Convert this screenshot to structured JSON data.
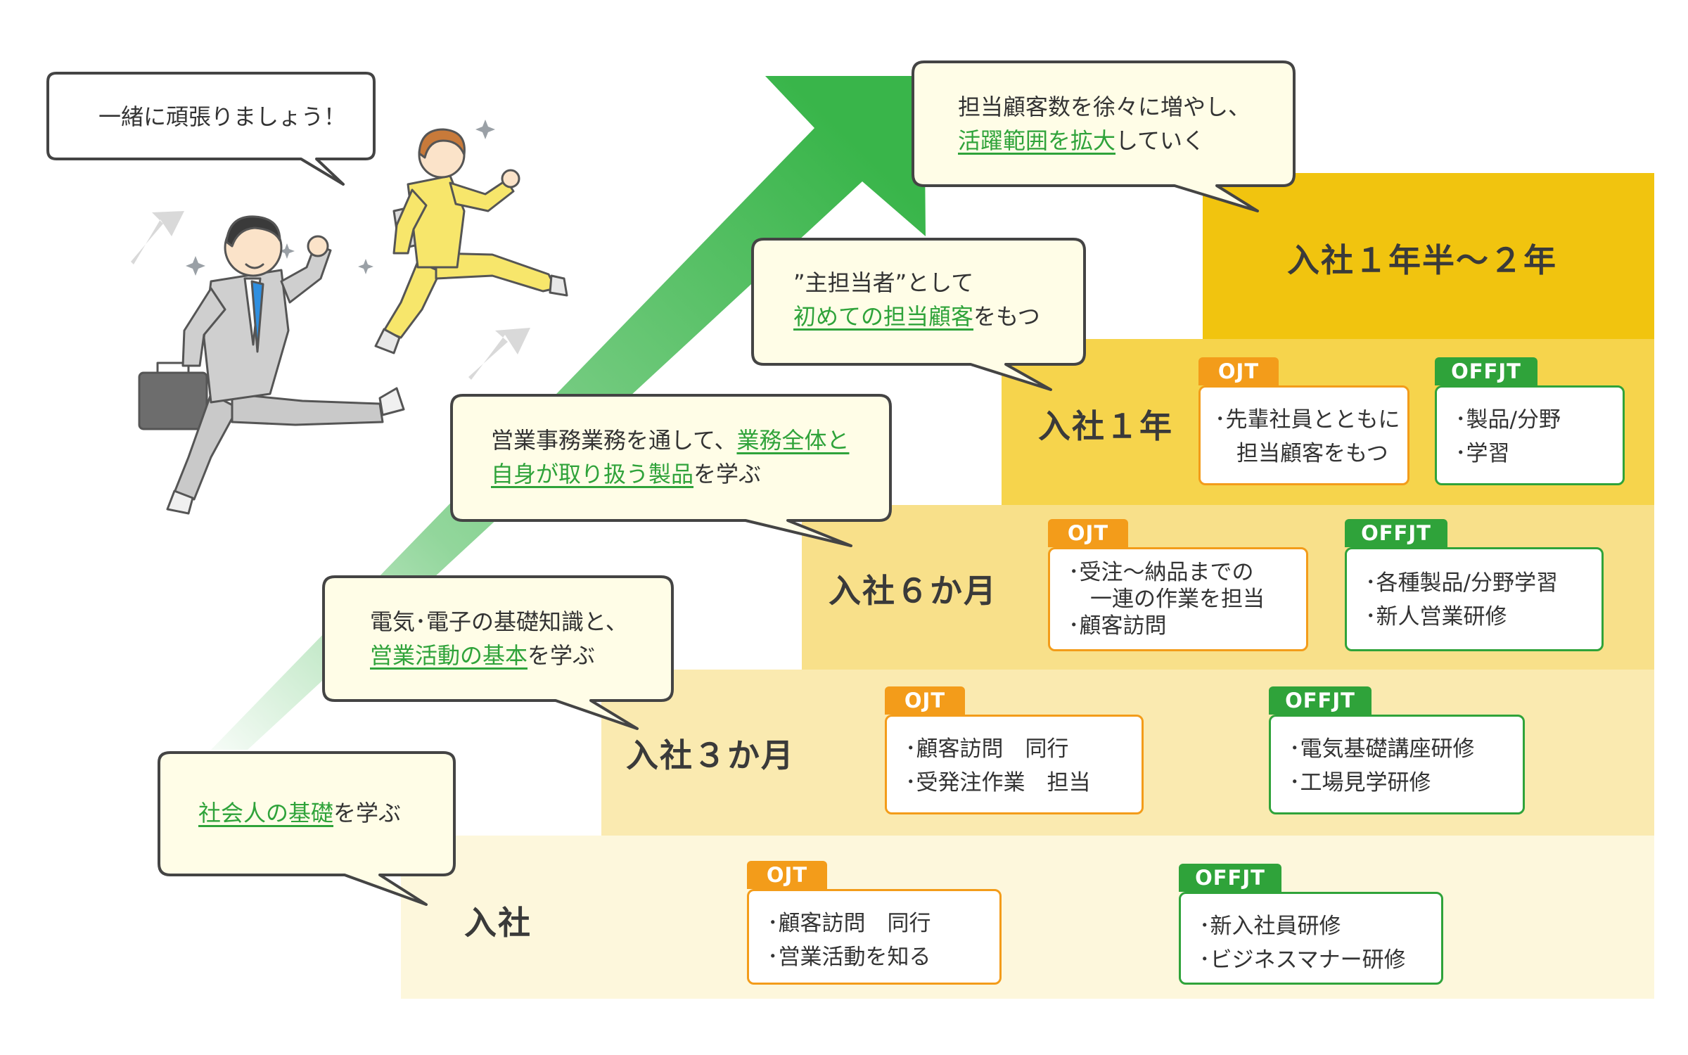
{
  "colors": {
    "tier_base": "#fdf7dc",
    "tier_3m": "#faeab0",
    "tier_6m": "#f8e08a",
    "tier_1y": "#f6d44c",
    "tier_2y": "#f1c40f",
    "arrow_green": "#39b54a",
    "ojt_orange": "#f39c1a",
    "offjt_green": "#2fa33a",
    "bubble_fill": "#fffde7"
  },
  "top_bubble": {
    "text": "一緒に頑張りましょう！"
  },
  "bubbles": [
    {
      "pre": "",
      "hl": "社会人の基礎",
      "post": "を学ぶ"
    },
    {
      "line1": "電気･電子の基礎知識と、",
      "hl": "営業活動の基本",
      "post": "を学ぶ"
    },
    {
      "line1_pre": "営業事務業務を通して、",
      "line1_hl": "業務全体と",
      "line2_hl": "自身が取り扱う製品",
      "line2_post": "を学ぶ"
    },
    {
      "line1": "”主担当者”として",
      "hl": "初めての担当顧客",
      "post": "をもつ"
    },
    {
      "line1": "担当顧客数を徐々に増やし、",
      "hl": "活躍範囲を拡大",
      "post": "していく"
    }
  ],
  "tiers": [
    {
      "label": "入社",
      "ojt": {
        "tag": "OJT",
        "items": [
          "･顧客訪問　同行",
          "･営業活動を知る"
        ]
      },
      "offjt": {
        "tag": "OFFJT",
        "items": [
          "･新入社員研修",
          "･ビジネスマナー研修"
        ]
      }
    },
    {
      "label": "入社３か月",
      "ojt": {
        "tag": "OJT",
        "items": [
          "･顧客訪問　同行",
          "･受発注作業　担当"
        ]
      },
      "offjt": {
        "tag": "OFFJT",
        "items": [
          "･電気基礎講座研修",
          "･工場見学研修"
        ]
      }
    },
    {
      "label": "入社６か月",
      "ojt": {
        "tag": "OJT",
        "items": [
          "･受注～納品までの",
          "　一連の作業を担当",
          "･顧客訪問"
        ]
      },
      "offjt": {
        "tag": "OFFJT",
        "items": [
          "･各種製品/分野学習",
          "･新人営業研修"
        ]
      }
    },
    {
      "label": "入社１年",
      "ojt": {
        "tag": "OJT",
        "items": [
          "･先輩社員とともに",
          "　担当顧客をもつ"
        ]
      },
      "offjt": {
        "tag": "OFFJT",
        "items": [
          "･製品/分野",
          "･学習"
        ]
      }
    },
    {
      "label": "入社１年半～２年"
    }
  ]
}
